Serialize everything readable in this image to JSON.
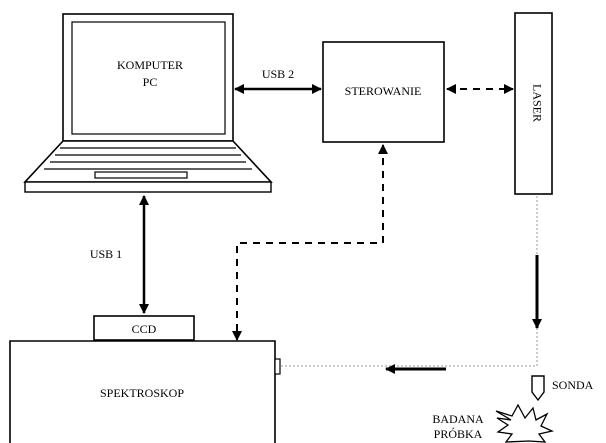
{
  "labels": {
    "computer_line1": "KOMPUTER",
    "computer_line2": "PC",
    "usb2": "USB 2",
    "usb1": "USB 1",
    "control": "STEROWANIE",
    "laser": "LASER",
    "ccd": "CCD",
    "spectroscope": "SPEKTROSKOP",
    "probe": "SONDA",
    "sample_line1": "BADANA",
    "sample_line2": "PRÓBKA"
  },
  "colors": {
    "stroke": "#000000",
    "beam": "#999999",
    "background": "#ffffff"
  }
}
